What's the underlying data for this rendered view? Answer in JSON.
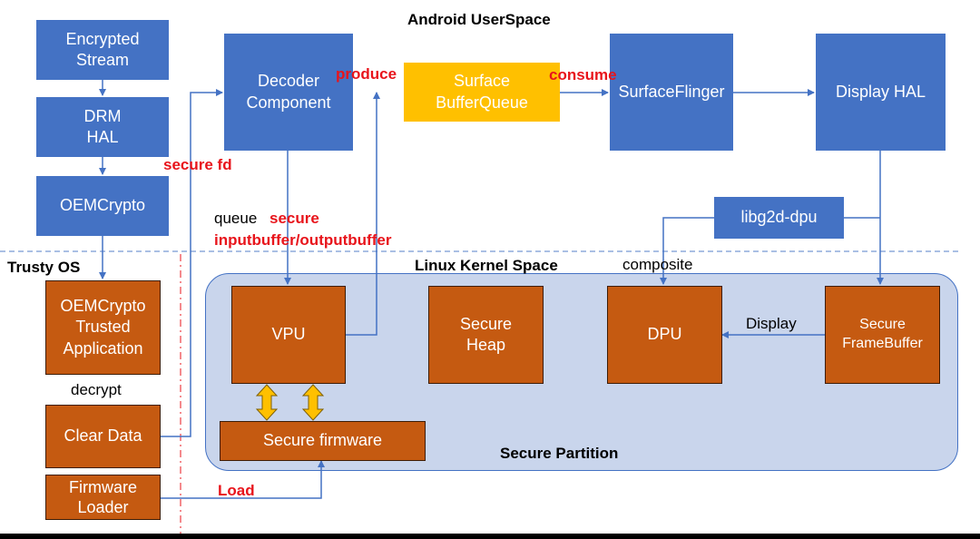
{
  "colors": {
    "blue_box": "#4472c4",
    "orange_box": "#c55a11",
    "yellow_box": "#ffc000",
    "partition_fill": "#c9d5ec",
    "connector": "#4472c4",
    "double_arrow": "#ffc000",
    "red_label": "#e8141b",
    "divider_blue": "#8eaadb",
    "divider_red": "#e8141b"
  },
  "regions": {
    "userspace_title": "Android UserSpace",
    "trusty_title": "Trusty OS",
    "kernel_title": "Linux Kernel Space",
    "partition_title": "Secure Partition"
  },
  "nodes": {
    "encrypted_stream": "Encrypted\nStream",
    "drm_hal": "DRM\nHAL",
    "oemcrypto": "OEMCrypto",
    "decoder_component": "Decoder\nComponent",
    "surface_bufferqueue": "Surface\nBufferQueue",
    "surfaceflinger": "SurfaceFlinger",
    "display_hal": "Display HAL",
    "libg2d_dpu": "libg2d-dpu",
    "oemcrypto_ta": "OEMCrypto\nTrusted\nApplication",
    "clear_data": "Clear Data",
    "firmware_loader": "Firmware\nLoader",
    "vpu": "VPU",
    "secure_heap": "Secure\nHeap",
    "dpu": "DPU",
    "secure_framebuffer": "Secure\nFrameBuffer",
    "secure_firmware": "Secure firmware"
  },
  "labels": {
    "produce": "produce",
    "consume": "consume",
    "secure_fd": "secure fd",
    "queue": "queue",
    "secure": "secure",
    "inout_buffer": "inputbuffer/outputbuffer",
    "decrypt": "decrypt",
    "composite": "composite",
    "display": "Display",
    "load": "Load"
  }
}
